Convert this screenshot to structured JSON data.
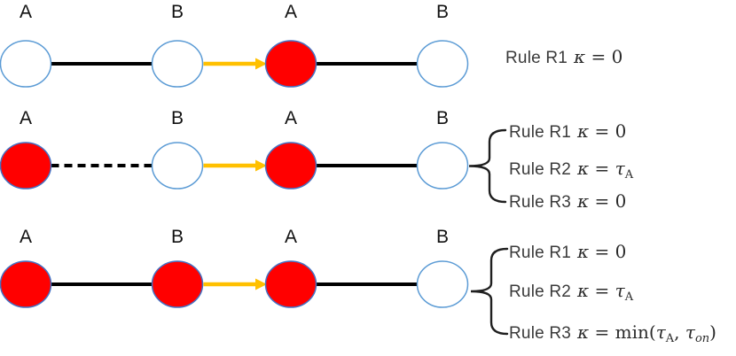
{
  "figure": {
    "background": "#ffffff",
    "colors": {
      "node_fill": "#ff0000",
      "node_empty": "#ffffff",
      "node_stroke_empty": "#5b9bd5",
      "node_stroke_filled": "#4472c4",
      "edge": "#000000",
      "arrow": "#ffc000",
      "brace": "#1f1f1f",
      "label_text": "#111111",
      "rule_text": "#3a3a3a"
    },
    "rows": [
      {
        "node_labels": [
          "A",
          "B",
          "A",
          "B"
        ],
        "nodes_filled": [
          false,
          false,
          true,
          false
        ],
        "edge_styles": [
          "solid",
          "arrow",
          "solid"
        ],
        "brace": false,
        "rules": [
          {
            "name": "Rule R1",
            "formula": [
              {
                "k": "fi",
                "t": "κ"
              },
              {
                "k": "fn",
                "t": " = 0"
              }
            ]
          }
        ]
      },
      {
        "node_labels": [
          "A",
          "B",
          "A",
          "B"
        ],
        "nodes_filled": [
          true,
          false,
          true,
          false
        ],
        "edge_styles": [
          "dashed",
          "arrow",
          "solid"
        ],
        "brace": true,
        "rules": [
          {
            "name": "Rule R1",
            "formula": [
              {
                "k": "fi",
                "t": "κ"
              },
              {
                "k": "fn",
                "t": " = 0"
              }
            ]
          },
          {
            "name": "Rule R2",
            "formula": [
              {
                "k": "fi",
                "t": "κ"
              },
              {
                "k": "fn",
                "t": " = "
              },
              {
                "k": "fi",
                "t": "τ"
              },
              {
                "k": "fs",
                "t": "A"
              }
            ]
          },
          {
            "name": "Rule R3",
            "formula": [
              {
                "k": "fi",
                "t": "κ"
              },
              {
                "k": "fn",
                "t": " = 0"
              }
            ]
          }
        ]
      },
      {
        "node_labels": [
          "A",
          "B",
          "A",
          "B"
        ],
        "nodes_filled": [
          true,
          true,
          true,
          false
        ],
        "edge_styles": [
          "solid",
          "arrow",
          "solid"
        ],
        "brace": true,
        "rules": [
          {
            "name": "Rule R1",
            "formula": [
              {
                "k": "fi",
                "t": "κ"
              },
              {
                "k": "fn",
                "t": " = 0"
              }
            ]
          },
          {
            "name": "Rule R2",
            "formula": [
              {
                "k": "fi",
                "t": "κ"
              },
              {
                "k": "fn",
                "t": " = "
              },
              {
                "k": "fi",
                "t": "τ"
              },
              {
                "k": "fs",
                "t": "A"
              }
            ]
          },
          {
            "name": "Rule R3",
            "formula": [
              {
                "k": "fi",
                "t": "κ"
              },
              {
                "k": "fn",
                "t": " = min("
              },
              {
                "k": "fi",
                "t": "τ"
              },
              {
                "k": "fs",
                "t": "A"
              },
              {
                "k": "fn",
                "t": ", "
              },
              {
                "k": "fi",
                "t": "τ"
              },
              {
                "k": "fsi",
                "t": "on"
              },
              {
                "k": "fn",
                "t": ")"
              }
            ]
          }
        ]
      }
    ]
  }
}
